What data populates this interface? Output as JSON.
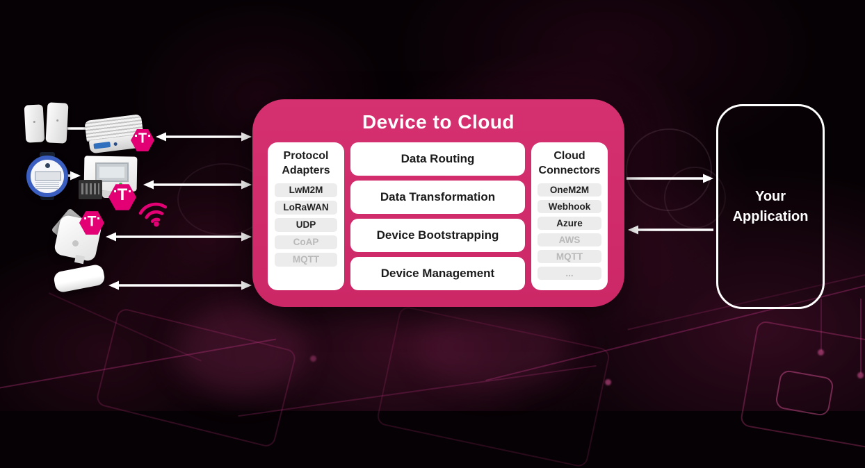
{
  "diagram": {
    "title": "Device to Cloud",
    "protocol_adapters": {
      "title": "Protocol Adapters",
      "items": [
        {
          "label": "LwM2M",
          "active": true
        },
        {
          "label": "LoRaWAN",
          "active": true
        },
        {
          "label": "UDP",
          "active": true
        },
        {
          "label": "CoAP",
          "active": false
        },
        {
          "label": "MQTT",
          "active": false
        }
      ]
    },
    "capabilities": [
      "Data Routing",
      "Data Transformation",
      "Device Bootstrapping",
      "Device Management"
    ],
    "cloud_connectors": {
      "title": "Cloud Connectors",
      "items": [
        {
          "label": "OneM2M",
          "active": true
        },
        {
          "label": "Webhook",
          "active": true
        },
        {
          "label": "Azure",
          "active": true
        },
        {
          "label": "AWS",
          "active": false
        },
        {
          "label": "MQTT",
          "active": false
        },
        {
          "label": "...",
          "active": false
        }
      ]
    },
    "application": {
      "label": "Your Application"
    },
    "badge_letter": "T",
    "colors": {
      "card_magenta": "#d02d6c",
      "brand_magenta": "#e20074",
      "inactive_gray": "#b9b9b9"
    },
    "device_icons": [
      "door-window-sensors",
      "outdoor-gateway",
      "water-meter",
      "industrial-gateway",
      "square-iot-sensor",
      "strip-iot-sensor"
    ]
  }
}
